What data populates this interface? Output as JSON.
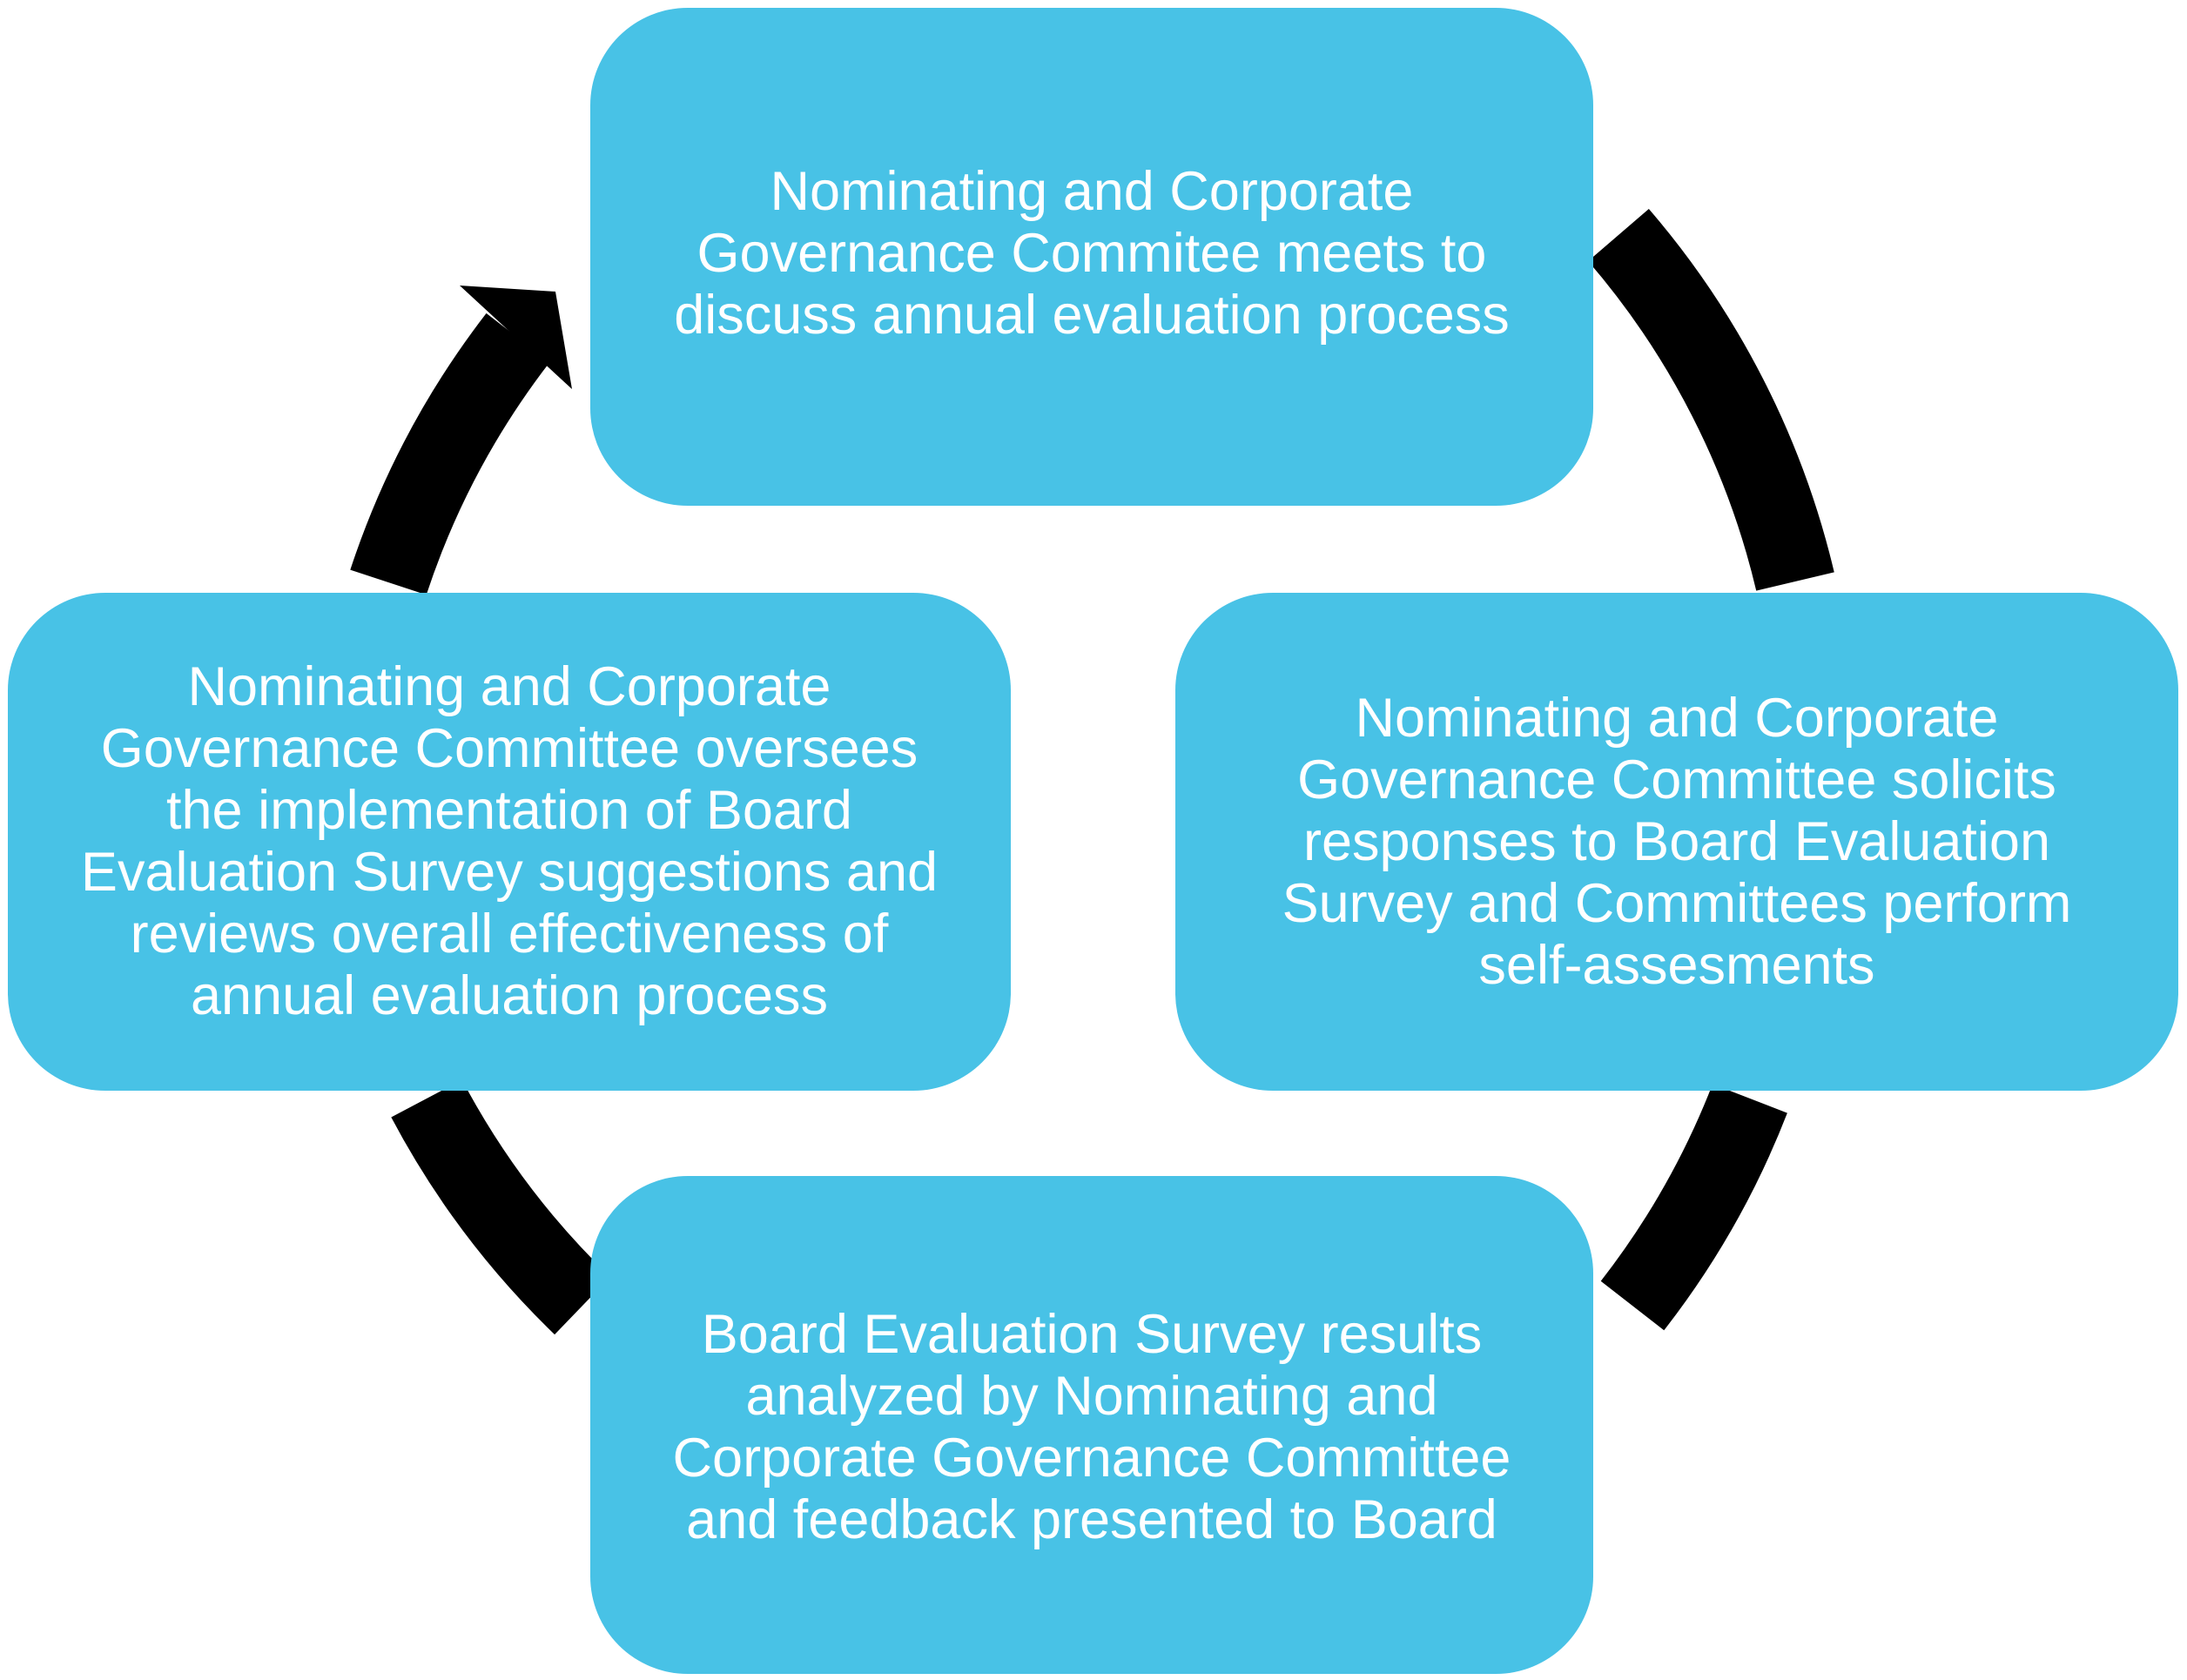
{
  "colors": {
    "box_fill": "#48C2E6",
    "box_text": "#FFFFFF",
    "connector": "#000000",
    "background": "#FFFFFF"
  },
  "steps": [
    {
      "id": "top",
      "text": "Nominating and Corporate\nGovernance Commitee meets to\ndiscuss annual evaluation process"
    },
    {
      "id": "right",
      "text": "Nominating and Corporate\nGovernance Committee solicits\nresponses to Board Evaluation\nSurvey and Committees perform\nself-assesments"
    },
    {
      "id": "bottom",
      "text": "Board Evaluation Survey results\nanalyzed by Nominating and\nCorporate Governance Committee\nand feedback presented to Board"
    },
    {
      "id": "left",
      "text": "Nominating and Corporate\nGovernance Committee oversees\nthe implementation of Board\nEvaluation Survey suggestions and\nreviews overall effectiveness of\nannual evaluation process"
    }
  ]
}
